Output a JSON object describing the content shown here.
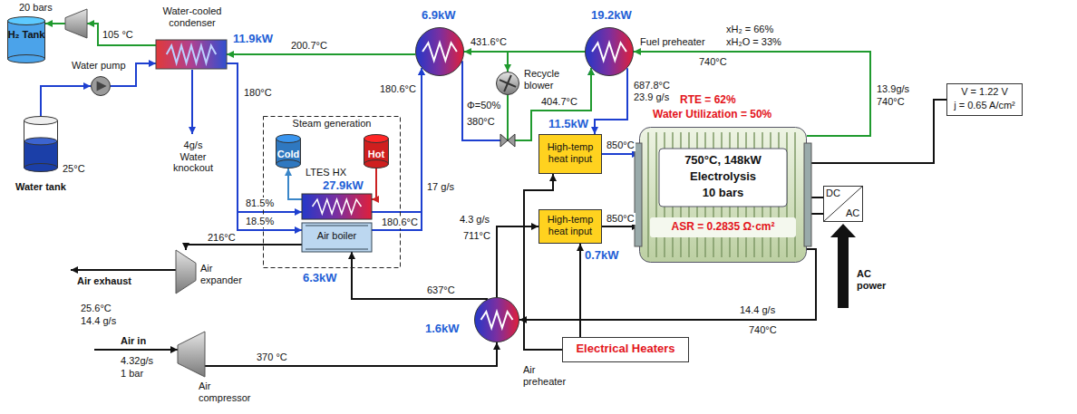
{
  "diagram": {
    "nodes": [
      {
        "text": [
          "20 bars"
        ]
      },
      {
        "text": [
          "H₂ Tank"
        ]
      },
      {
        "text": [
          "Water-cooled condenser",
          "11.9kW"
        ]
      },
      {
        "text": [
          "Water pump"
        ]
      },
      {
        "text": [
          "Water tank"
        ]
      },
      {
        "text": [
          "Steam generation"
        ]
      },
      {
        "text": [
          "Cold"
        ],
        "in": 5
      },
      {
        "text": [
          "Hot"
        ],
        "in": 5
      },
      {
        "text": [
          "LTES HX",
          "27.9kW"
        ],
        "in": 5
      },
      {
        "text": [
          "Air boiler",
          "6.3kW"
        ],
        "in": 5
      },
      {
        "text": [
          "Air expander"
        ]
      },
      {
        "text": [
          "Air compressor"
        ]
      },
      {
        "text": [
          "6.9kW"
        ]
      },
      {
        "text": [
          "Recycle blower",
          "Φ=50%"
        ]
      },
      {
        "text": [
          "19.2kW",
          "Fuel preheater"
        ]
      },
      {
        "text": [
          "11.5kW",
          "High-temp heat input"
        ]
      },
      {
        "text": [
          "High-temp heat input",
          "0.7kW"
        ]
      },
      {
        "text": [
          "1.6kW",
          "Air preheater"
        ]
      },
      {
        "text": [
          "Electrical Heaters"
        ]
      },
      {
        "text": [
          "RTE = 62%",
          "Water Utilization = 50%",
          "750°C, 148kW",
          "Electrolysis",
          "10 bars",
          "ASR = 0.2835 Ω·cm²"
        ]
      },
      {
        "text": [
          "DC",
          "AC"
        ]
      },
      {
        "text": [
          "V = 1.22 V",
          "j = 0.65 A/cm²"
        ]
      }
    ],
    "edges": [
      {
        "from": 2,
        "to": 0,
        "arrow": "to"
      },
      {
        "from": 0,
        "to": 1,
        "arrow": "to"
      },
      {
        "from": 4,
        "to": 3,
        "arrow": "to"
      },
      {
        "from": 3,
        "to": 2,
        "arrow": "to"
      },
      {
        "from": 2,
        "to": 8,
        "arrow": "to",
        "label": "81.5%"
      },
      {
        "from": 2,
        "to": 9,
        "arrow": "to",
        "label": "18.5%"
      },
      {
        "from": 7,
        "to": 8,
        "arrow": "to"
      },
      {
        "from": 8,
        "to": 6,
        "arrow": "to"
      },
      {
        "from": 8,
        "to": 12,
        "arrow": "to"
      },
      {
        "from": 9,
        "to": 12,
        "arrow": "to"
      },
      {
        "from": 12,
        "to": 14,
        "arrow": "to"
      },
      {
        "from": 13,
        "to": 14,
        "arrow": "to"
      },
      {
        "from": 14,
        "to": 12,
        "arrow": "to"
      },
      {
        "from": 14,
        "to": 13,
        "arrow": "to"
      },
      {
        "from": 12,
        "to": 2,
        "arrow": "to"
      },
      {
        "from": 14,
        "to": 15,
        "arrow": "to"
      },
      {
        "from": 15,
        "to": 19,
        "arrow": "to"
      },
      {
        "from": 19,
        "to": 14,
        "arrow": "to"
      },
      {
        "from": 11,
        "to": 17,
        "arrow": "to"
      },
      {
        "from": 17,
        "to": 16,
        "arrow": "to"
      },
      {
        "from": 16,
        "to": 19,
        "arrow": "to"
      },
      {
        "from": 19,
        "to": 17,
        "arrow": "to"
      },
      {
        "from": 17,
        "to": 9,
        "arrow": "to"
      },
      {
        "from": 9,
        "to": 10,
        "arrow": "to"
      },
      {
        "from": 18,
        "to": 15,
        "arrow": "to"
      },
      {
        "from": 18,
        "to": 16,
        "arrow": "to"
      },
      {
        "from": 20,
        "to": 19,
        "arrow": "none"
      },
      {
        "from": 19,
        "to": 21,
        "arrow": "none"
      }
    ],
    "labels": [
      "105 °C",
      "180°C",
      "4g/s Water knockout",
      "180.6°C",
      "17 g/s",
      "200.7°C",
      "180.6°C",
      "380°C",
      "431.6°C",
      "404.7°C",
      "687.8°C",
      "23.9 g/s",
      "xH₂ = 66%",
      "xH₂O = 33%",
      "740°C",
      "13.9g/s",
      "740°C",
      "850°C",
      "850°C",
      "4.3 g/s",
      "711°C",
      "637°C",
      "14.4 g/s",
      "740°C",
      "216°C",
      "Air exhaust",
      "25.6°C",
      "14.4 g/s",
      "Air in",
      "4.32g/s",
      "1 bar",
      "370 °C",
      "AC power",
      "25°C"
    ]
  }
}
